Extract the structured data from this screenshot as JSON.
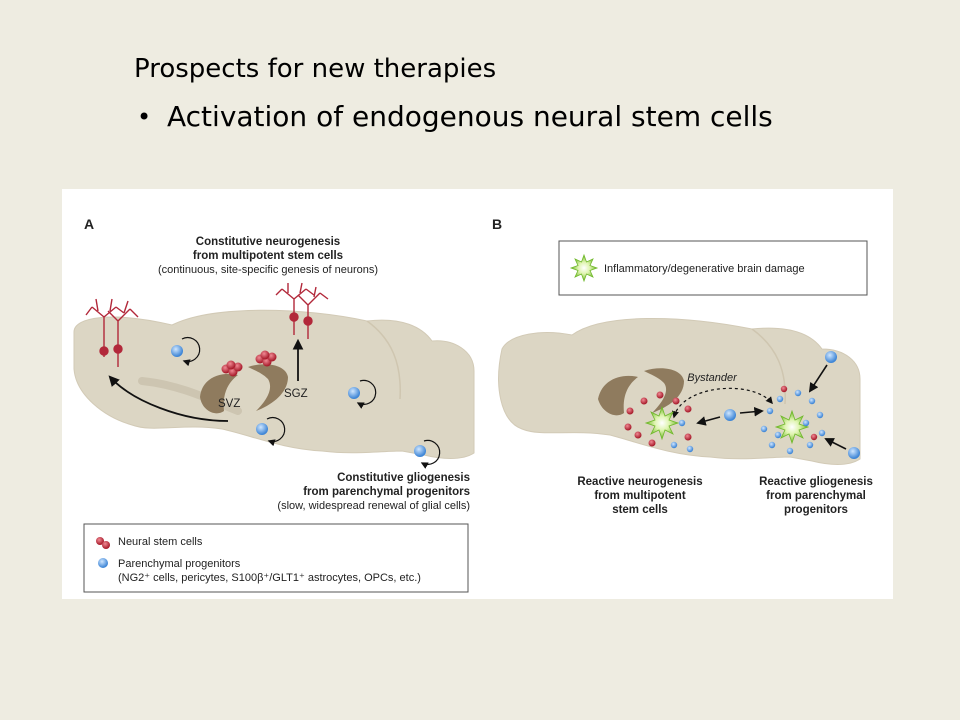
{
  "slide": {
    "title": "Prospects for new therapies",
    "bullet": "Activation of endogenous neural stem cells"
  },
  "panel_a": {
    "label": "A",
    "neuro_title_1": "Constitutive neurogenesis",
    "neuro_title_2": "from multipotent stem cells",
    "neuro_sub": "(continuous, site-specific genesis of neurons)",
    "svz": "SVZ",
    "sgz": "SGZ",
    "glio_title_1": "Constitutive gliogenesis",
    "glio_title_2": "from parenchymal progenitors",
    "glio_sub": "(slow, widespread renewal of glial cells)"
  },
  "legend": {
    "stem": "Neural stem cells",
    "paren_1": "Parenchymal progenitors",
    "paren_2": "(NG2⁺ cells, pericytes, S100β⁺/GLT1⁺ astrocytes, OPCs, etc.)"
  },
  "panel_b": {
    "label": "B",
    "damage": "Inflammatory/degenerative brain damage",
    "bystander": "Bystander",
    "neuro_1": "Reactive neurogenesis",
    "neuro_2": "from multipotent",
    "neuro_3": "stem cells",
    "glio_1": "Reactive gliogenesis",
    "glio_2": "from parenchymal",
    "glio_3": "progenitors"
  },
  "colors": {
    "brain": "#dcd6c4",
    "ventricle": "#8f7b5e",
    "stem_red": "#b22232",
    "progenitor_blue": "#4a8fd6",
    "neuron": "#b2283a",
    "damage_green": "#8ccf3a"
  }
}
